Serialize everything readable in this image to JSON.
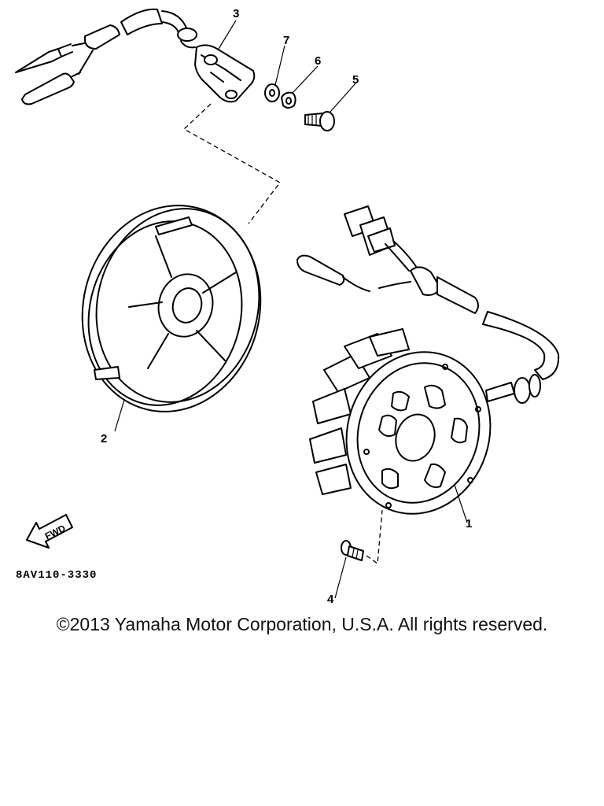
{
  "callouts": {
    "c1": "1",
    "c2": "2",
    "c3": "3",
    "c4": "4",
    "c5": "5",
    "c6": "6",
    "c7": "7"
  },
  "forward_label": "FWD",
  "part_code": "8AV110-3330",
  "copyright": "©2013 Yamaha Motor Corporation, U.S.A. All rights reserved."
}
